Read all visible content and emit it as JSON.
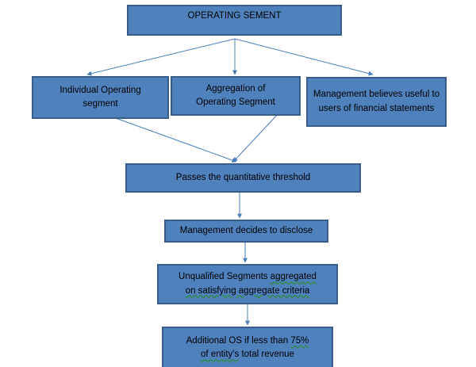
{
  "diagram": {
    "top": {
      "label": "OPERATING SEMENT"
    },
    "branches": [
      {
        "label": "Individual Operating segment"
      },
      {
        "label": "Aggregation of Operating Segment"
      },
      {
        "label": "Management believes useful to users of financial statements"
      }
    ],
    "steps": [
      {
        "label": "Passes the quantitative threshold"
      },
      {
        "label": "Management decides to disclose"
      },
      {
        "line1": "Unqualified Segments",
        "line1_flag": "aggregated",
        "line2": "on satisfying aggregate criteria"
      },
      {
        "line1": "Additional OS if less than",
        "line1_flag": "75%",
        "line2_flag": "of entity's",
        "line2": "total revenue"
      }
    ]
  },
  "colors": {
    "box_fill": "#4f81bd",
    "box_border": "#385d8a",
    "connector": "#4a7ebb"
  }
}
